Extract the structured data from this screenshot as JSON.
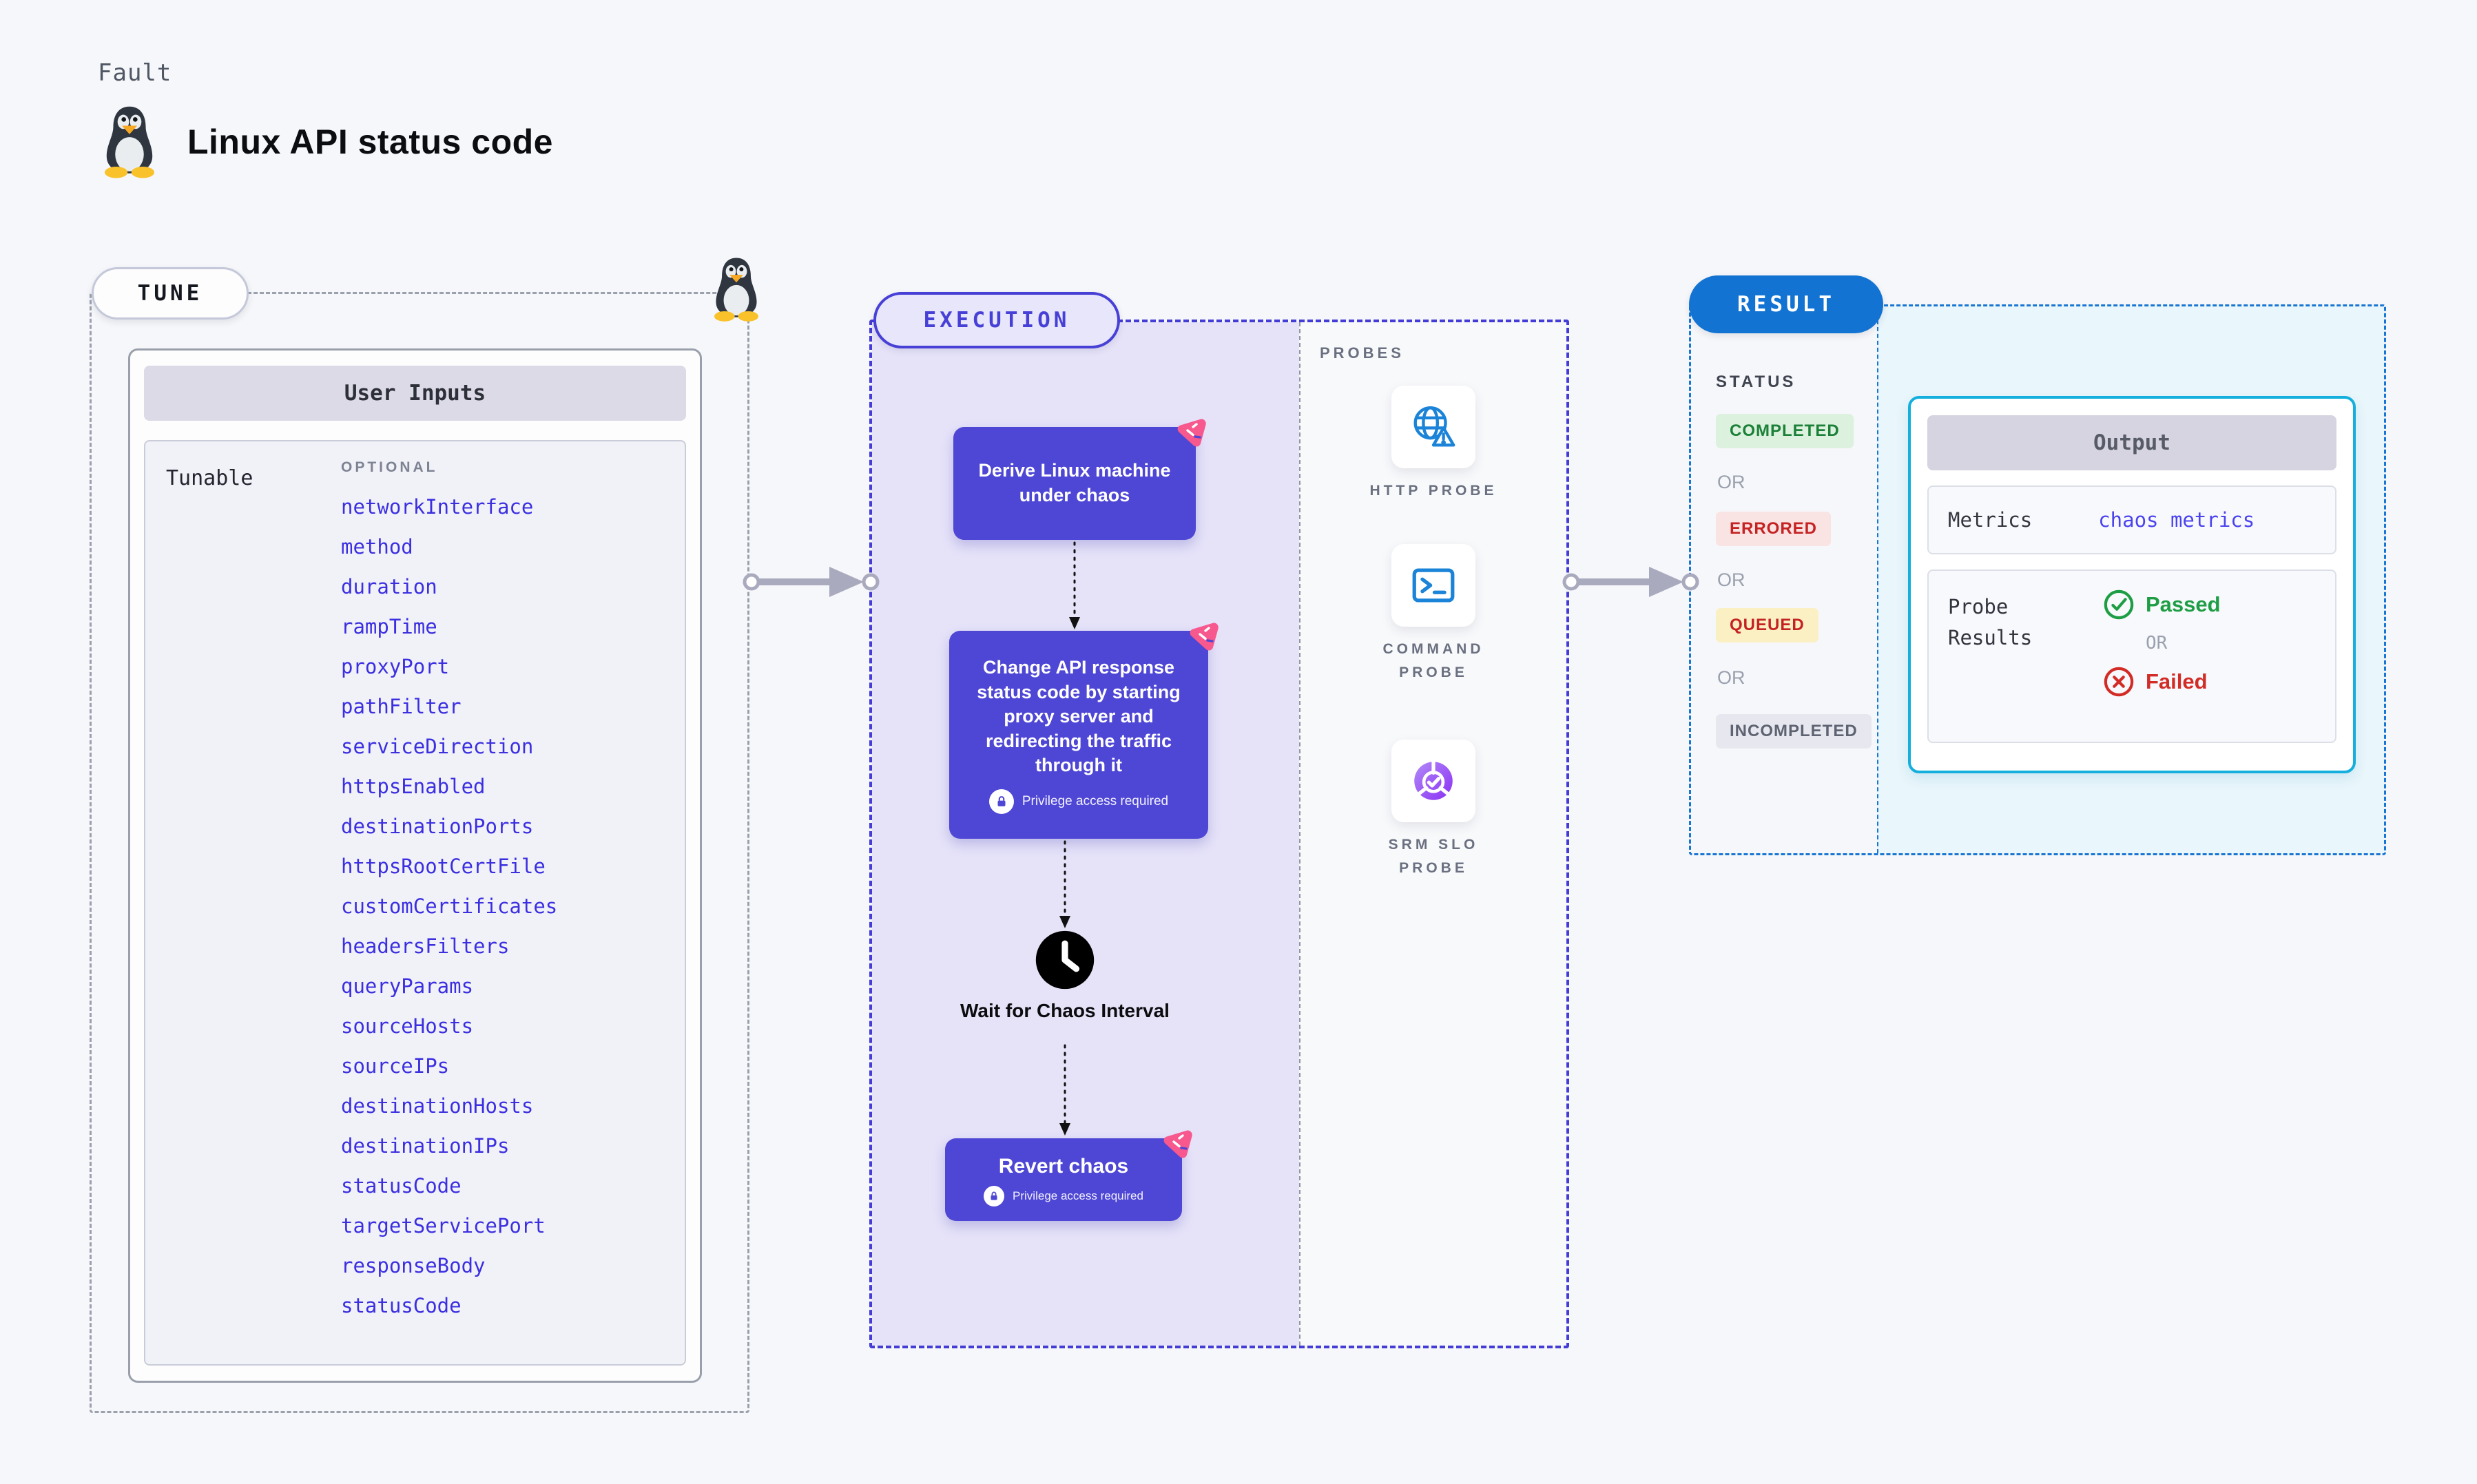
{
  "page": {
    "label": "Fault",
    "title": "Linux API status code"
  },
  "tune": {
    "badge": "TUNE",
    "card_title": "User Inputs",
    "row_label": "Tunable",
    "optional_label": "OPTIONAL",
    "tunables": [
      "networkInterface",
      "method",
      "duration",
      "rampTime",
      "proxyPort",
      "pathFilter",
      "serviceDirection",
      "httpsEnabled",
      "destinationPorts",
      "httpsRootCertFile",
      "customCertificates",
      "headersFilters",
      "queryParams",
      "sourceHosts",
      "sourceIPs",
      "destinationHosts",
      "destinationIPs",
      "statusCode",
      "targetServicePort",
      "responseBody",
      "statusCode"
    ]
  },
  "execution": {
    "badge": "EXECUTION",
    "privilege_label": "Privilege access required",
    "steps": [
      {
        "label": "Derive Linux machine under chaos"
      },
      {
        "label": "Change API response status code by starting proxy server and redirecting the traffic through it"
      },
      {
        "label": "Wait for Chaos Interval"
      },
      {
        "label": "Revert chaos"
      }
    ]
  },
  "probes": {
    "title": "PROBES",
    "items": [
      {
        "label": "HTTP PROBE",
        "icon": "globe-alert-icon"
      },
      {
        "label": "COMMAND\nPROBE",
        "icon": "terminal-icon"
      },
      {
        "label": "SRM SLO\nPROBE",
        "icon": "slo-pie-check-icon"
      }
    ]
  },
  "result": {
    "badge": "RESULT",
    "status_label": "STATUS",
    "or_label": "OR",
    "statuses": [
      {
        "label": "COMPLETED",
        "type": "completed"
      },
      {
        "label": "ERRORED",
        "type": "errored"
      },
      {
        "label": "QUEUED",
        "type": "queued"
      },
      {
        "label": "INCOMPLETED",
        "type": "incompleted"
      }
    ],
    "output": {
      "title": "Output",
      "metrics_label": "Metrics",
      "metrics_value": "chaos metrics",
      "probe_results_label": "Probe\nResults",
      "passed_label": "Passed",
      "failed_label": "Failed"
    }
  },
  "colors": {
    "indigo_step": "#4E46D4",
    "execution_accent": "#4740D6",
    "execution_bg": "#E6E3F9",
    "result_accent": "#1273D2",
    "output_border": "#14AFDD",
    "output_bg": "#E9F6FB",
    "link_blue": "#3B2FE0",
    "chaos_pink": "#F7588E",
    "probe_blue": "#1B84D8",
    "passed_green": "#1E9E44",
    "failed_red": "#D22C26",
    "completed_green": "#1B8038",
    "errored_red": "#C52222",
    "queued_yellow_bg": "#FBF0C4"
  }
}
